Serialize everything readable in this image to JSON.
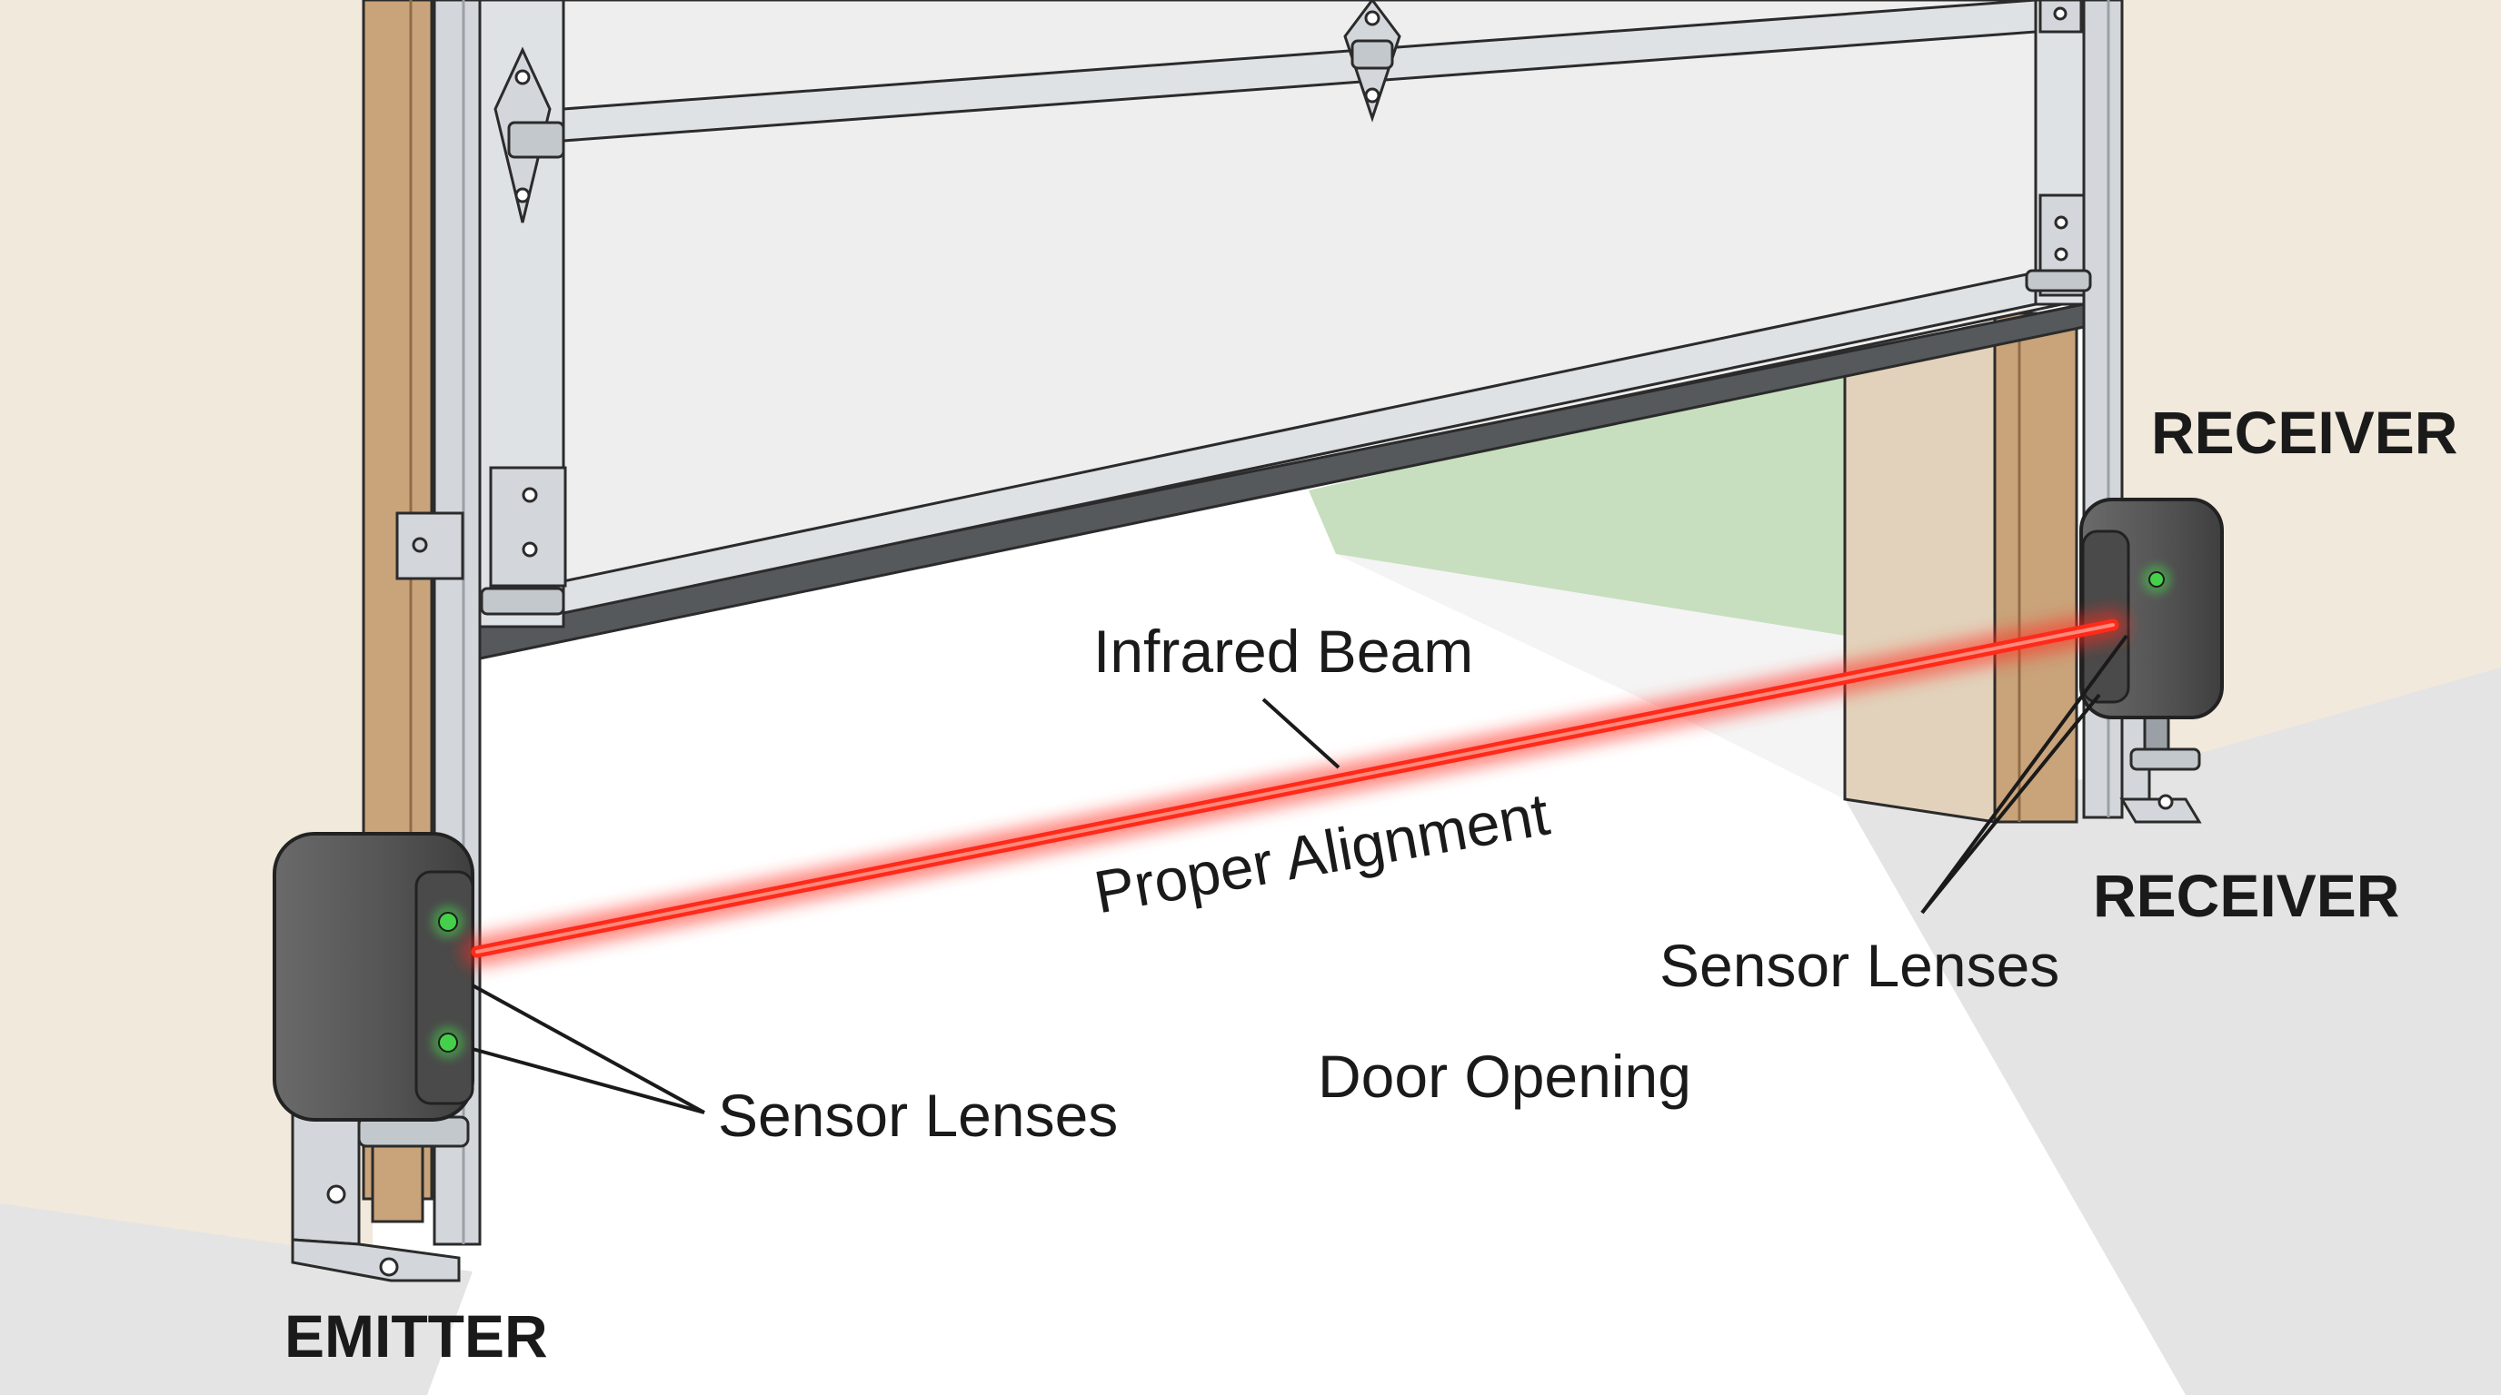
{
  "diagram": {
    "labels": {
      "receiver_top": "RECEIVER",
      "receiver_mid": "RECEIVER",
      "emitter": "EMITTER",
      "infrared_beam": "Infrared Beam",
      "proper_alignment": "Proper Alignment",
      "sensor_lenses_receiver": "Sensor Lenses",
      "sensor_lenses_emitter": "Sensor Lenses",
      "door_opening": "Door Opening"
    },
    "colors": {
      "wall": "#f1e9db",
      "wood_trim": "#c9a37a",
      "door_panel": "#eeeeee",
      "track_metal": "#cfd3d7",
      "sensor_body": "#555555",
      "led_green": "#45d04a",
      "beam_red": "#ff2a1a",
      "floor_shadow": "#e3e3e3",
      "daylight_green": "#c7dfbf"
    }
  }
}
